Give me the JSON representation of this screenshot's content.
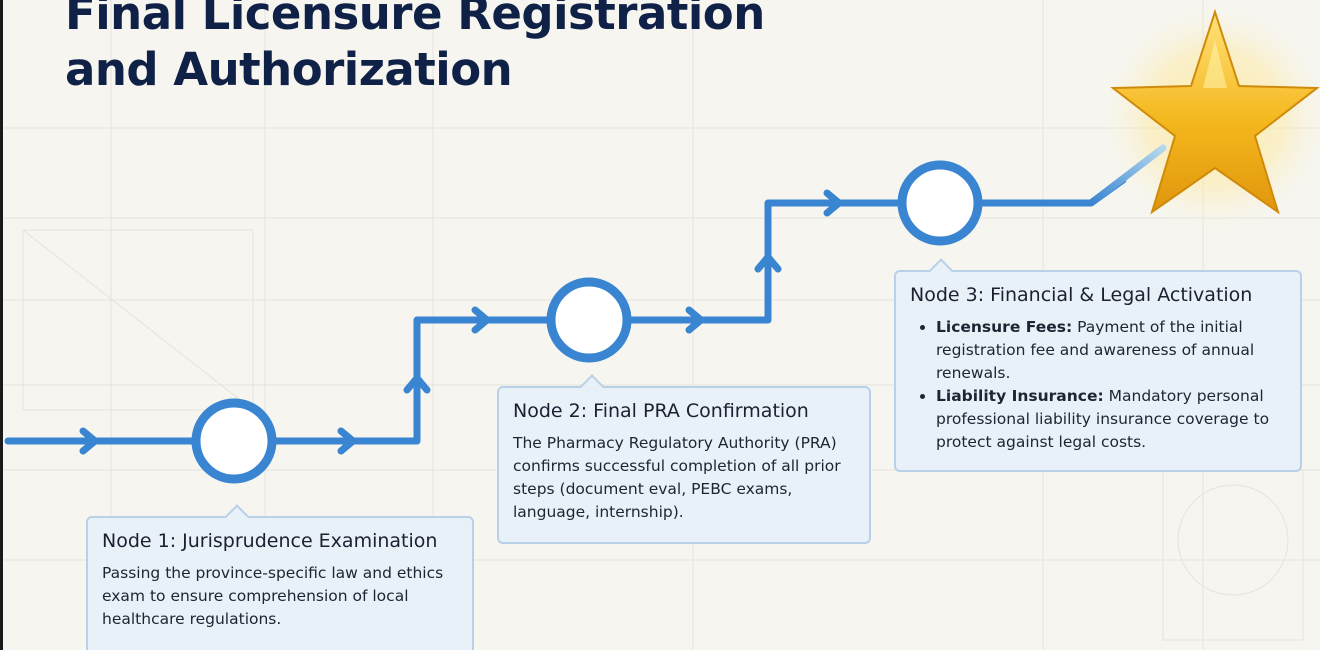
{
  "title": {
    "line1": "Final Licensure Registration",
    "line2": "and Authorization"
  },
  "colors": {
    "path": "#3a85d1",
    "node_fill": "#ffffff",
    "title": "#0f2147",
    "card_bg": "#e8f0f8",
    "card_border": "#b8d0e8",
    "star": "#f2b81c"
  },
  "nodes": [
    {
      "heading": "Node 1: Jurisprudence Examination",
      "body": "Passing the province-specific law and ethics exam to ensure comprehension of local healthcare regulations."
    },
    {
      "heading": "Node 2: Final PRA Confirmation",
      "body": "The Pharmacy Regulatory Authority (PRA) confirms successful completion of all prior steps (document eval, PEBC exams, language, internship)."
    },
    {
      "heading": "Node 3: Financial & Legal Activation",
      "bullets": [
        {
          "label": "Licensure Fees:",
          "text": "Payment of the initial registration fee and awareness of annual renewals."
        },
        {
          "label": "Liability Insurance:",
          "text": "Mandatory personal professional liability insurance coverage to protect against legal costs."
        }
      ]
    }
  ],
  "icons": {
    "goal": "star-icon",
    "arrow": "arrow-icon",
    "node": "circle-node-icon"
  }
}
